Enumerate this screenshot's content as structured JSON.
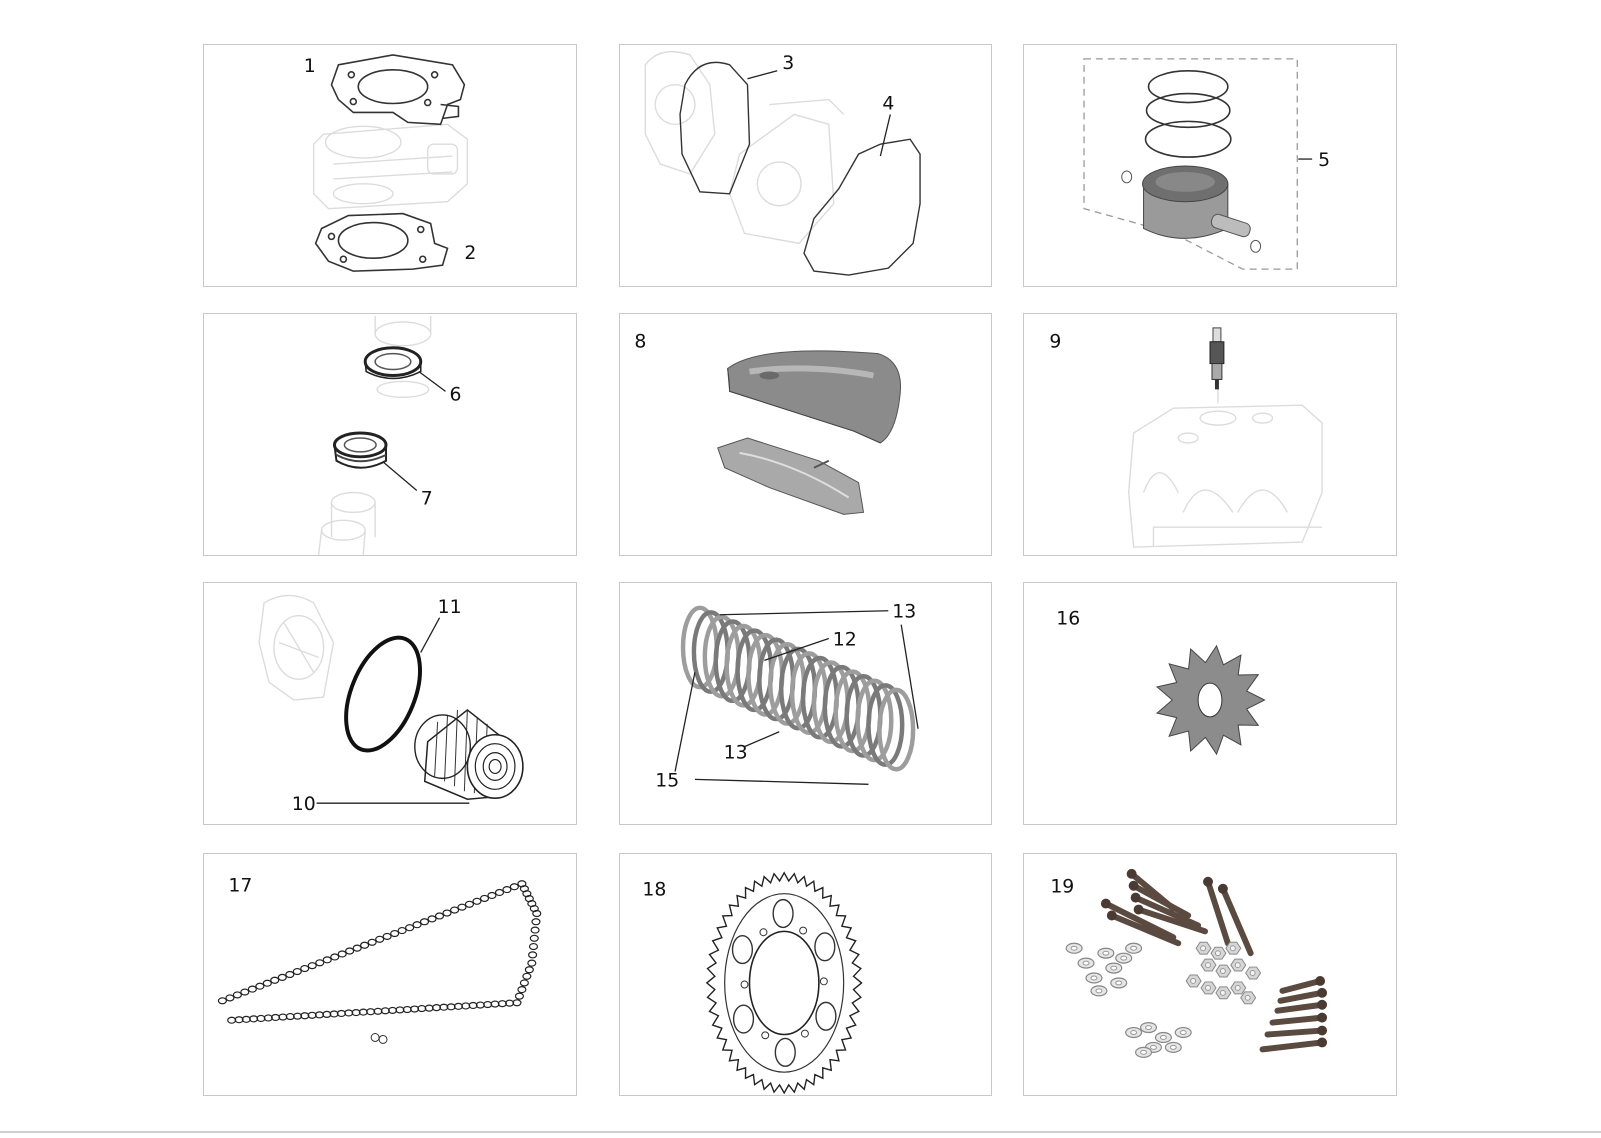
{
  "callouts": {
    "p1": [
      "1",
      "2"
    ],
    "p2": [
      "3",
      "4"
    ],
    "p3": [
      "5"
    ],
    "p4": [
      "6",
      "7"
    ],
    "p5": [
      "8"
    ],
    "p6": [
      "9"
    ],
    "p7": [
      "11",
      "10"
    ],
    "p8": [
      "13",
      "12",
      "13",
      "15"
    ],
    "p9": [
      "16"
    ],
    "p10": [
      "17"
    ],
    "p11": [
      "18"
    ],
    "p12": [
      "19"
    ]
  },
  "colors": {
    "panel_border": "#c9c9c9",
    "line_art": "#222222",
    "ghost_art": "#d6d6d6",
    "metal": "#9a9a9a"
  },
  "icons": [
    "gasket-icon",
    "cover-gasket-icon",
    "piston-icon",
    "oil-seal-icon",
    "air-filter-icon",
    "spark-plug-icon",
    "oil-filter-icon",
    "clutch-plates-icon",
    "front-sprocket-icon",
    "chain-icon",
    "rear-sprocket-icon",
    "hardware-kit-icon"
  ]
}
